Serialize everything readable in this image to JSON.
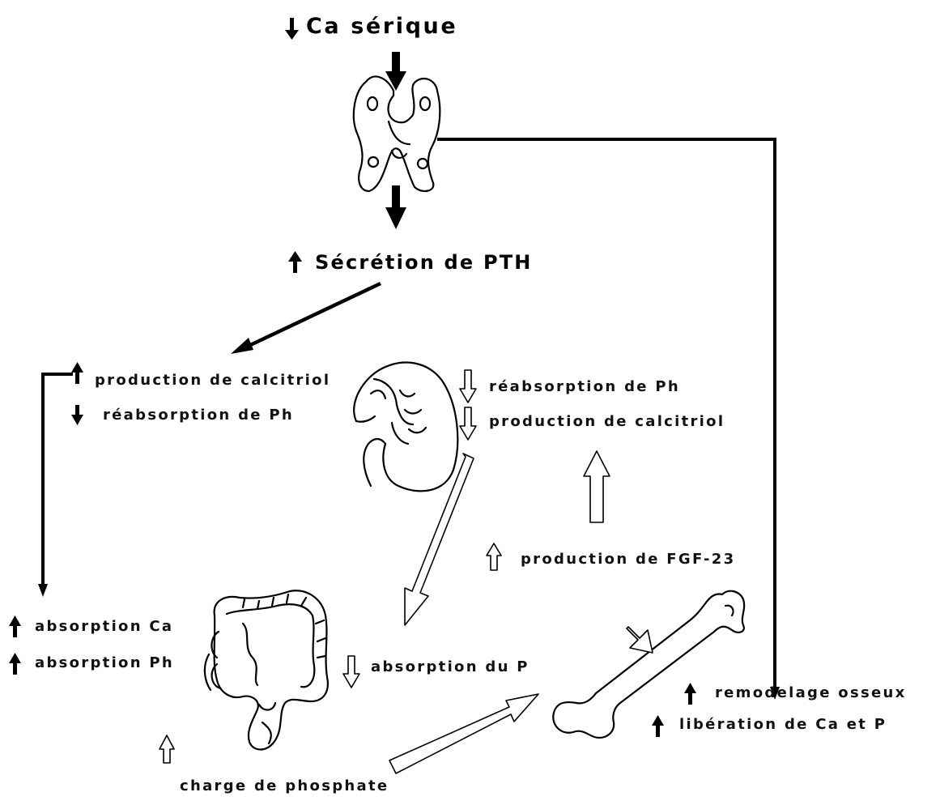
{
  "labels": {
    "serum_ca": "Ca sérique",
    "pth_secretion": "Sécrétion de PTH",
    "left_calcitriol": "production de calcitriol",
    "left_ph_reabs": "réabsorption de Ph",
    "right_ph_reabs": "réabsorption de Ph",
    "right_calcitriol": "production de calcitriol",
    "fgf23": "production de FGF-23",
    "abs_ca": "absorption Ca",
    "abs_ph": "absorption Ph",
    "abs_p": "absorption du P",
    "bone_remodel": "remodelage osseux",
    "ca_p_release": "libération de Ca et P",
    "phosphate_load": "charge de phosphate"
  },
  "colors": {
    "ink": "#000000",
    "background": "#ffffff"
  }
}
